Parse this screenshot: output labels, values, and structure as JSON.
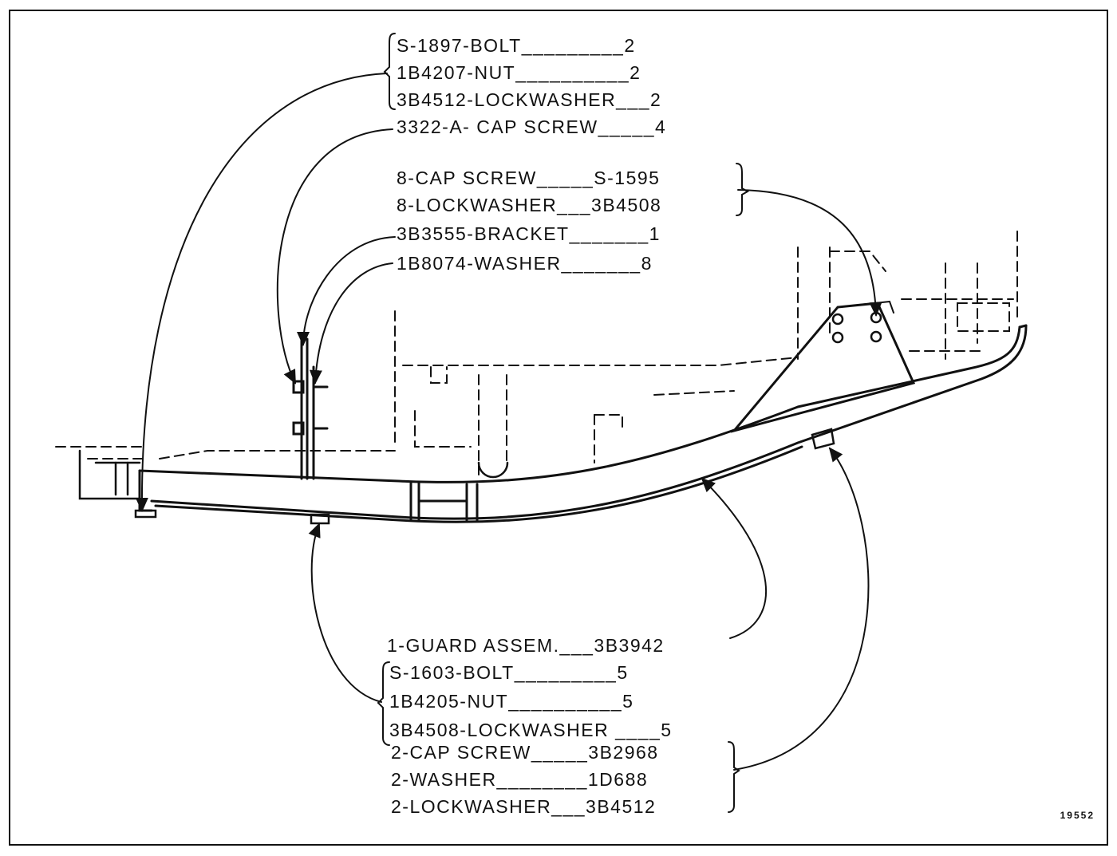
{
  "figure_number": "19552",
  "callouts": {
    "top_group": [
      "S-1897-BOLT_________2",
      "1B4207-NUT__________2",
      "3B4512-LOCKWASHER___2"
    ],
    "cap_screw_3322": "3322-A- CAP SCREW_____4",
    "right_group": [
      "8-CAP SCREW_____S-1595",
      "8-LOCKWASHER___3B4508"
    ],
    "bracket": "3B3555-BRACKET_______1",
    "washer_1b8074": "1B8074-WASHER_______8",
    "guard_assem": "1-GUARD ASSEM.___3B3942",
    "bottom_group": [
      "S-1603-BOLT_________5",
      "1B4205-NUT__________5",
      "3B4508-LOCKWASHER ____5"
    ],
    "bottom_right_group": [
      "2-CAP SCREW_____3B2968",
      "2-WASHER________1D688",
      "2-LOCKWASHER___3B4512"
    ]
  },
  "colors": {
    "ink": "#111111",
    "paper": "#ffffff"
  }
}
